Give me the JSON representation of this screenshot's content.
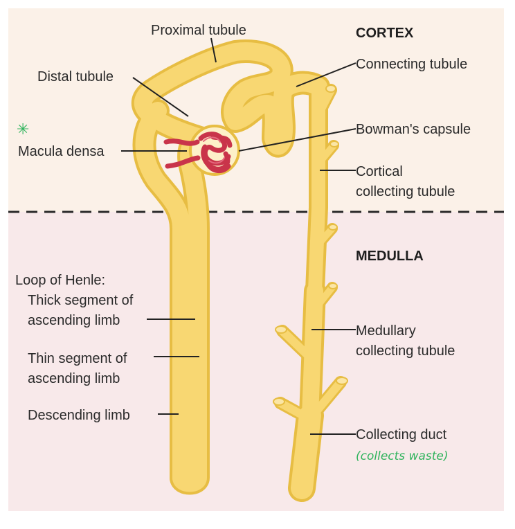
{
  "zones": {
    "cortex": "CORTEX",
    "medulla": "MEDULLA"
  },
  "labels": {
    "proximal_tubule": "Proximal tubule",
    "distal_tubule": "Distal tubule",
    "macula_densa": "Macula densa",
    "connecting_tubule": "Connecting tubule",
    "bowmans_capsule": "Bowman's capsule",
    "cortical_collecting_1": "Cortical",
    "cortical_collecting_2": "collecting tubule",
    "loop_of_henle": "Loop of Henle:",
    "thick_segment_1": "Thick segment of",
    "thick_segment_2": "ascending limb",
    "thin_segment_1": "Thin segment of",
    "thin_segment_2": "ascending limb",
    "descending_limb": "Descending limb",
    "medullary_collecting_1": "Medullary",
    "medullary_collecting_2": "collecting tubule",
    "collecting_duct": "Collecting duct"
  },
  "annotations": {
    "handwritten_note": "(collects waste)",
    "star_mark": "✳"
  },
  "colors": {
    "tubule_fill": "#f8d772",
    "tubule_edge": "#e7bd43",
    "glomerulus": "#c9344a",
    "cortex_bg": "#fbf1e8",
    "medulla_bg": "#f8e9ea",
    "note_green": "#2fb35c"
  }
}
